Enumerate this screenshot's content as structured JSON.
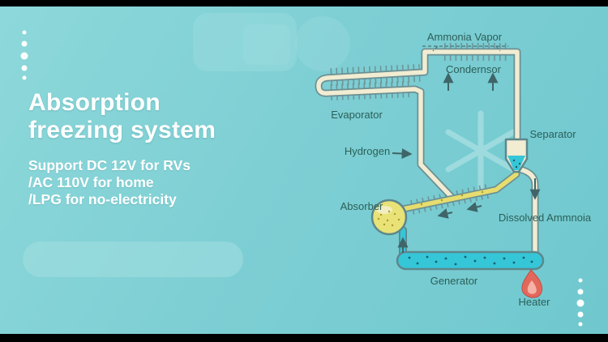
{
  "slide": {
    "title_line1": "Absorption",
    "title_line2": "freezing system",
    "subtitle_lines": [
      "Support DC 12V for RVs",
      "/AC 110V for home",
      "/LPG for no-electricity"
    ]
  },
  "diagram": {
    "labels": {
      "ammonia_vapor": "Ammonia Vapor",
      "condensor": "Condernsor",
      "evaporator": "Evaporator",
      "hydrogen": "Hydrogen",
      "separator": "Separator",
      "absorber": "Absorber",
      "dissolved_ammonia": "Dissolved Ammnoia",
      "generator": "Generator",
      "heater": "Heater"
    }
  },
  "colors": {
    "background": "#7ecfd4",
    "title_text": "#ffffff",
    "label_text": "#2c5f59",
    "pipe_fill": "#f1ecd2",
    "pipe_outline": "#6b9094",
    "liquid_cyan": "#35c6d8",
    "absorber_yellow": "#e9e276",
    "flame": "#e3685c",
    "letterbox": "#000000"
  }
}
